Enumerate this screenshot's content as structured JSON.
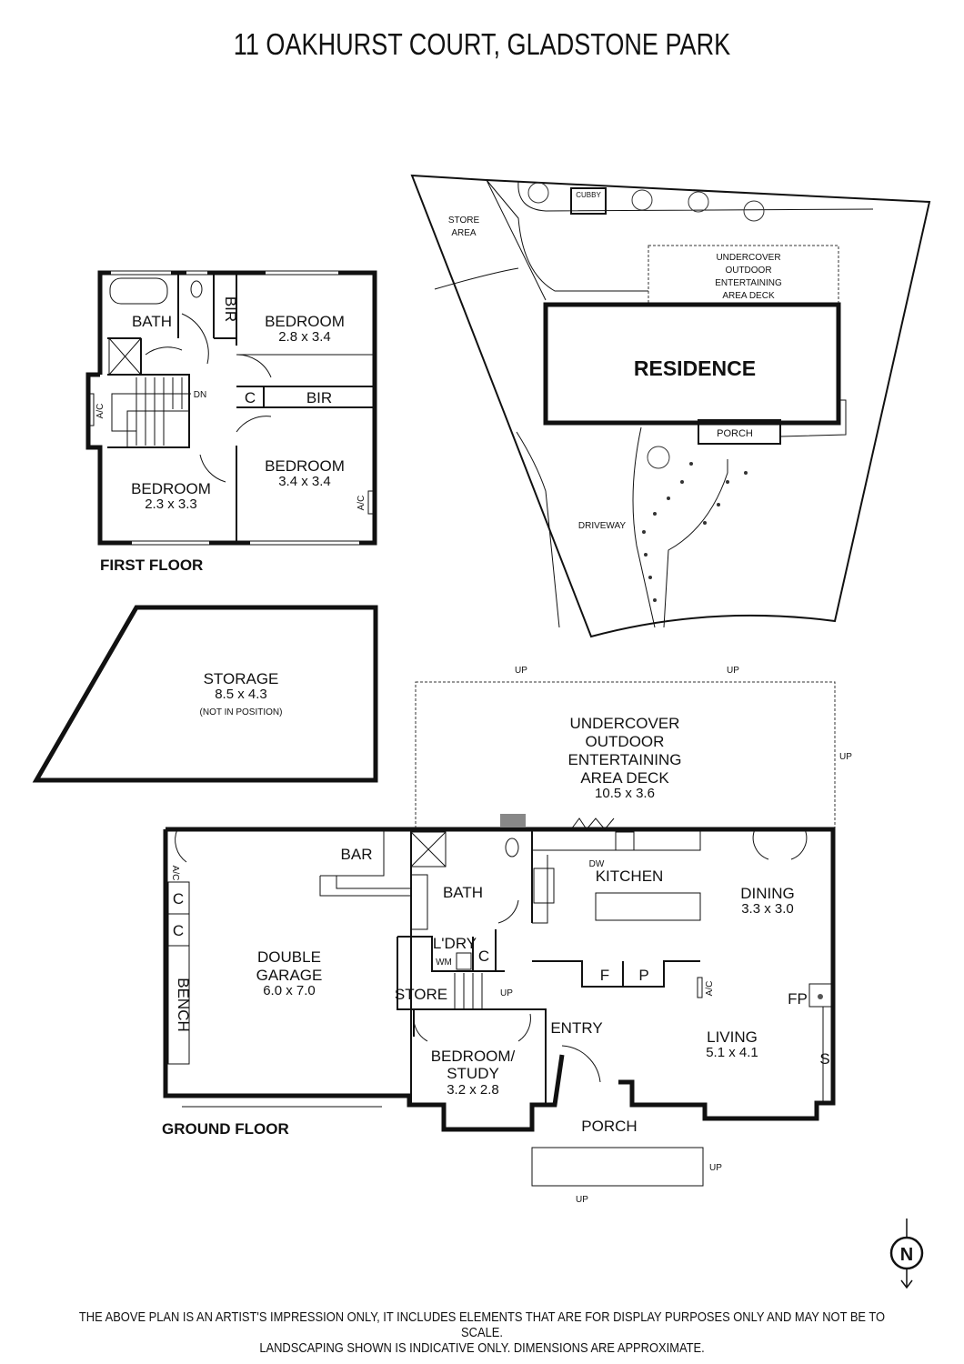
{
  "title": "11 OAKHURST COURT, GLADSTONE PARK",
  "footer": {
    "line1": "THE ABOVE PLAN IS AN ARTIST'S IMPRESSION ONLY, IT INCLUDES ELEMENTS THAT ARE FOR DISPLAY PURPOSES ONLY AND MAY NOT BE TO SCALE.",
    "line2": "LANDSCAPING SHOWN IS INDICATIVE ONLY. DIMENSIONS ARE APPROXIMATE."
  },
  "first_floor": {
    "label": "FIRST FLOOR",
    "rooms": {
      "bath": "BATH",
      "bir1": "BIR",
      "bed1": "BEDROOM",
      "bed1_dim": "2.8 x 3.4",
      "c": "C",
      "bir2": "BIR",
      "bed2": "BEDROOM",
      "bed2_dim": "3.4 x 3.4",
      "bed3": "BEDROOM",
      "bed3_dim": "2.3 x 3.3",
      "dn": "DN",
      "ac1": "A/C",
      "ac2": "A/C"
    }
  },
  "site_plan": {
    "store_area_1": "STORE",
    "store_area_2": "AREA",
    "cubby": "CUBBY",
    "deck": [
      "UNDERCOVER",
      "OUTDOOR",
      "ENTERTAINING",
      "AREA DECK"
    ],
    "residence": "RESIDENCE",
    "porch": "PORCH",
    "driveway": "DRIVEWAY"
  },
  "storage": {
    "label": "STORAGE",
    "dim": "8.5 x 4.3",
    "note": "(NOT IN POSITION)"
  },
  "ground_floor": {
    "label": "GROUND FLOOR",
    "deck": [
      "UNDERCOVER",
      "OUTDOOR",
      "ENTERTAINING",
      "AREA DECK"
    ],
    "deck_dim": "10.5 x 3.6",
    "up": "UP",
    "rooms": {
      "bar": "BAR",
      "ac": "A/C",
      "c": "C",
      "bench": "BENCH",
      "garage1": "DOUBLE",
      "garage2": "GARAGE",
      "garage_dim": "6.0 x 7.0",
      "bath": "BATH",
      "ldry": "L'DRY",
      "wm": "WM",
      "store": "STORE",
      "bed1": "BEDROOM/",
      "bed2": "STUDY",
      "bed_dim": "3.2 x 2.8",
      "entry": "ENTRY",
      "porch": "PORCH",
      "kitchen": "KITCHEN",
      "dw": "DW",
      "dining": "DINING",
      "dining_dim": "3.3 x 3.0",
      "f": "F",
      "p": "P",
      "fp": "FP",
      "s": "S",
      "living": "LIVING",
      "living_dim": "5.1 x 4.1"
    }
  },
  "compass": {
    "letter": "N"
  }
}
